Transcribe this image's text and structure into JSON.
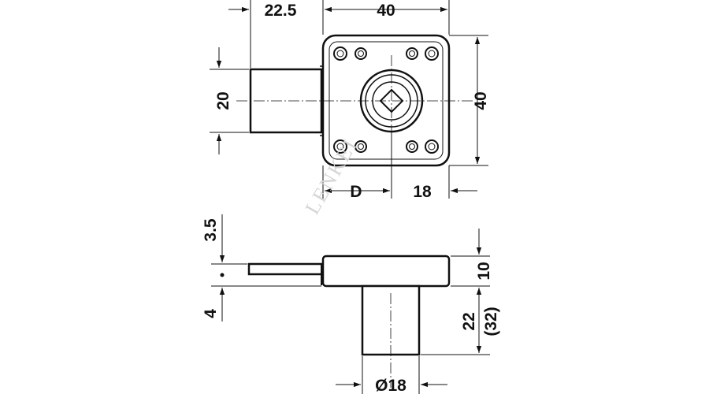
{
  "top_view": {
    "dim_bolt_length": "22.5",
    "dim_width": "40",
    "dim_bolt_height": "20",
    "dim_height": "40",
    "dim_D": "D",
    "dim_18": "18"
  },
  "side_view": {
    "dim_3_5": "3.5",
    "dim_4": "4",
    "dim_10": "10",
    "dim_22": "22",
    "dim_32": "(32)",
    "dim_diameter": "Ø18"
  },
  "watermark": "LENKEI"
}
